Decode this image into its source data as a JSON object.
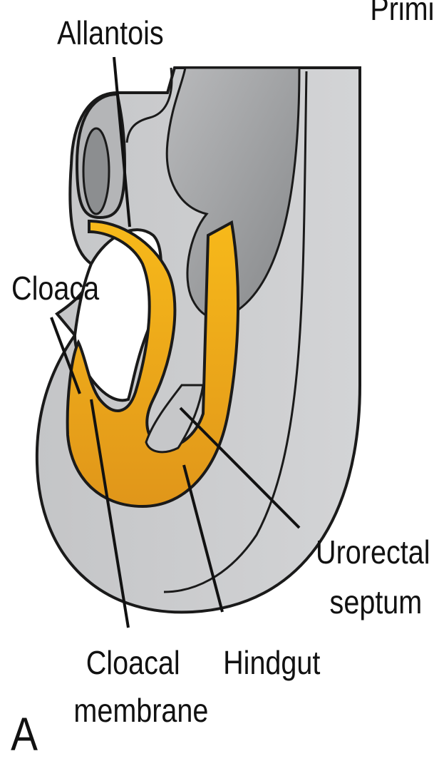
{
  "figure": {
    "panel_letter": "A",
    "clipped_label": "Primi",
    "colors": {
      "tissue_gray": "#c8c9cb",
      "tissue_gray_light": "#d9dadc",
      "tissue_gray_dark": "#8e9092",
      "endoderm_yellow": "#f3b313",
      "endoderm_yellow_dark": "#d88f12",
      "outline": "#1a1a1a"
    },
    "labels": {
      "allantois": "Allantois",
      "cloaca": "Cloaca",
      "urorectal_line1": "Urorectal",
      "urorectal_line2": "septum",
      "cloacal_line1": "Cloacal",
      "cloacal_line2": "membrane",
      "hindgut": "Hindgut"
    }
  }
}
